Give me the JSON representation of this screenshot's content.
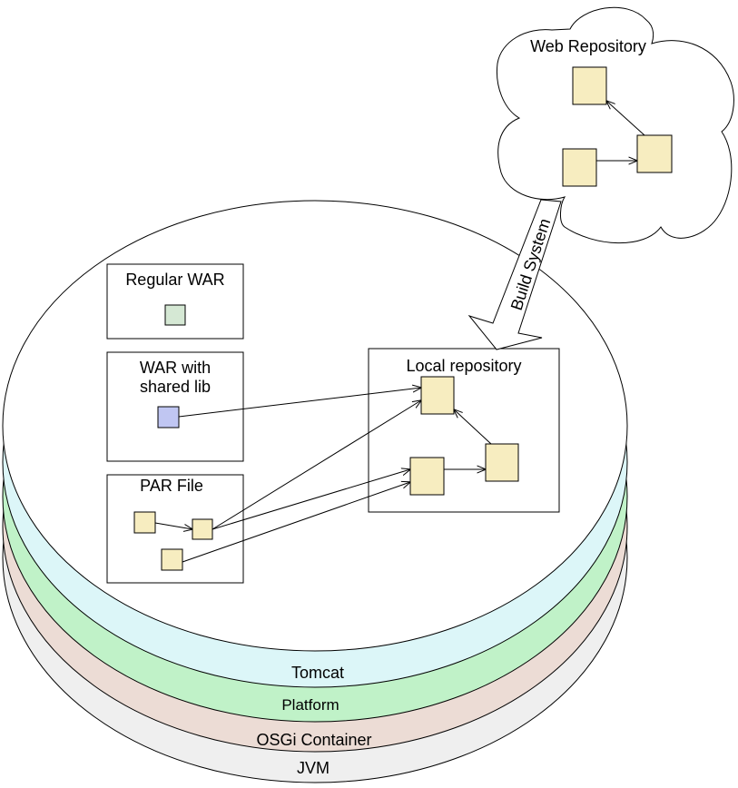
{
  "colors": {
    "jvm": "#efefef",
    "osgi": "#ecdcd5",
    "platform": "#c0f2c8",
    "tomcat": "#dcf6f8",
    "top": "#ffffff",
    "artifact": "#f7edc0",
    "regular_war_artifact": "#d5e8d4",
    "shared_lib_artifact": "#c0c6f2",
    "stroke": "#000000"
  },
  "layers": [
    {
      "id": "jvm",
      "label": "JVM"
    },
    {
      "id": "osgi",
      "label": "OSGi Container"
    },
    {
      "id": "platform",
      "label": "Platform"
    },
    {
      "id": "tomcat",
      "label": "Tomcat"
    }
  ],
  "boxes": {
    "regular_war": {
      "label": "Regular WAR"
    },
    "war_shared_lib": {
      "label_line1": "WAR with",
      "label_line2": "shared lib"
    },
    "par_file": {
      "label": "PAR File"
    },
    "local_repository": {
      "label": "Local repository"
    }
  },
  "cloud": {
    "label": "Web Repository"
  },
  "build_arrow": {
    "label": "Build System"
  }
}
